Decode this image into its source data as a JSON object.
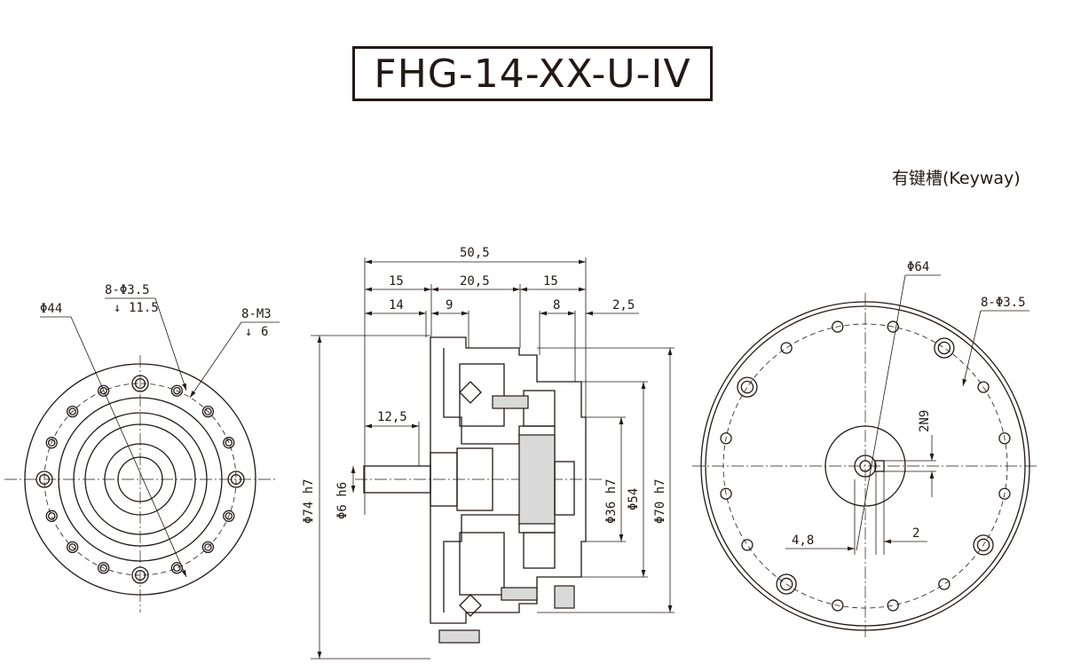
{
  "title": "FHG-14-XX-U-IV",
  "keyway_label": "有键槽(Keyway)",
  "left_view": {
    "outer_diameter": "Φ44",
    "holes_label": "8-Φ3.5",
    "holes_depth": "11.5",
    "thread_label": "8-M3",
    "thread_depth": "6"
  },
  "side_view": {
    "overall_length": "50,5",
    "segment_1": "15",
    "segment_2": "20,5",
    "segment_3": "15",
    "dim_14": "14",
    "dim_9": "9",
    "dim_8": "8",
    "dim_2_5": "2,5",
    "dim_12_5": "12,5",
    "dia_74": "Φ74 h7",
    "dia_6": "Φ6 h6",
    "dia_36": "Φ36 h7",
    "dia_54": "Φ54",
    "dia_70": "Φ70 h7"
  },
  "right_view": {
    "outer_diameter": "Φ64",
    "holes_label": "8-Φ3.5",
    "keyway_width": "2N9",
    "dim_4_8": "4,8",
    "dim_2": "2"
  },
  "colors": {
    "line": "#231815"
  }
}
